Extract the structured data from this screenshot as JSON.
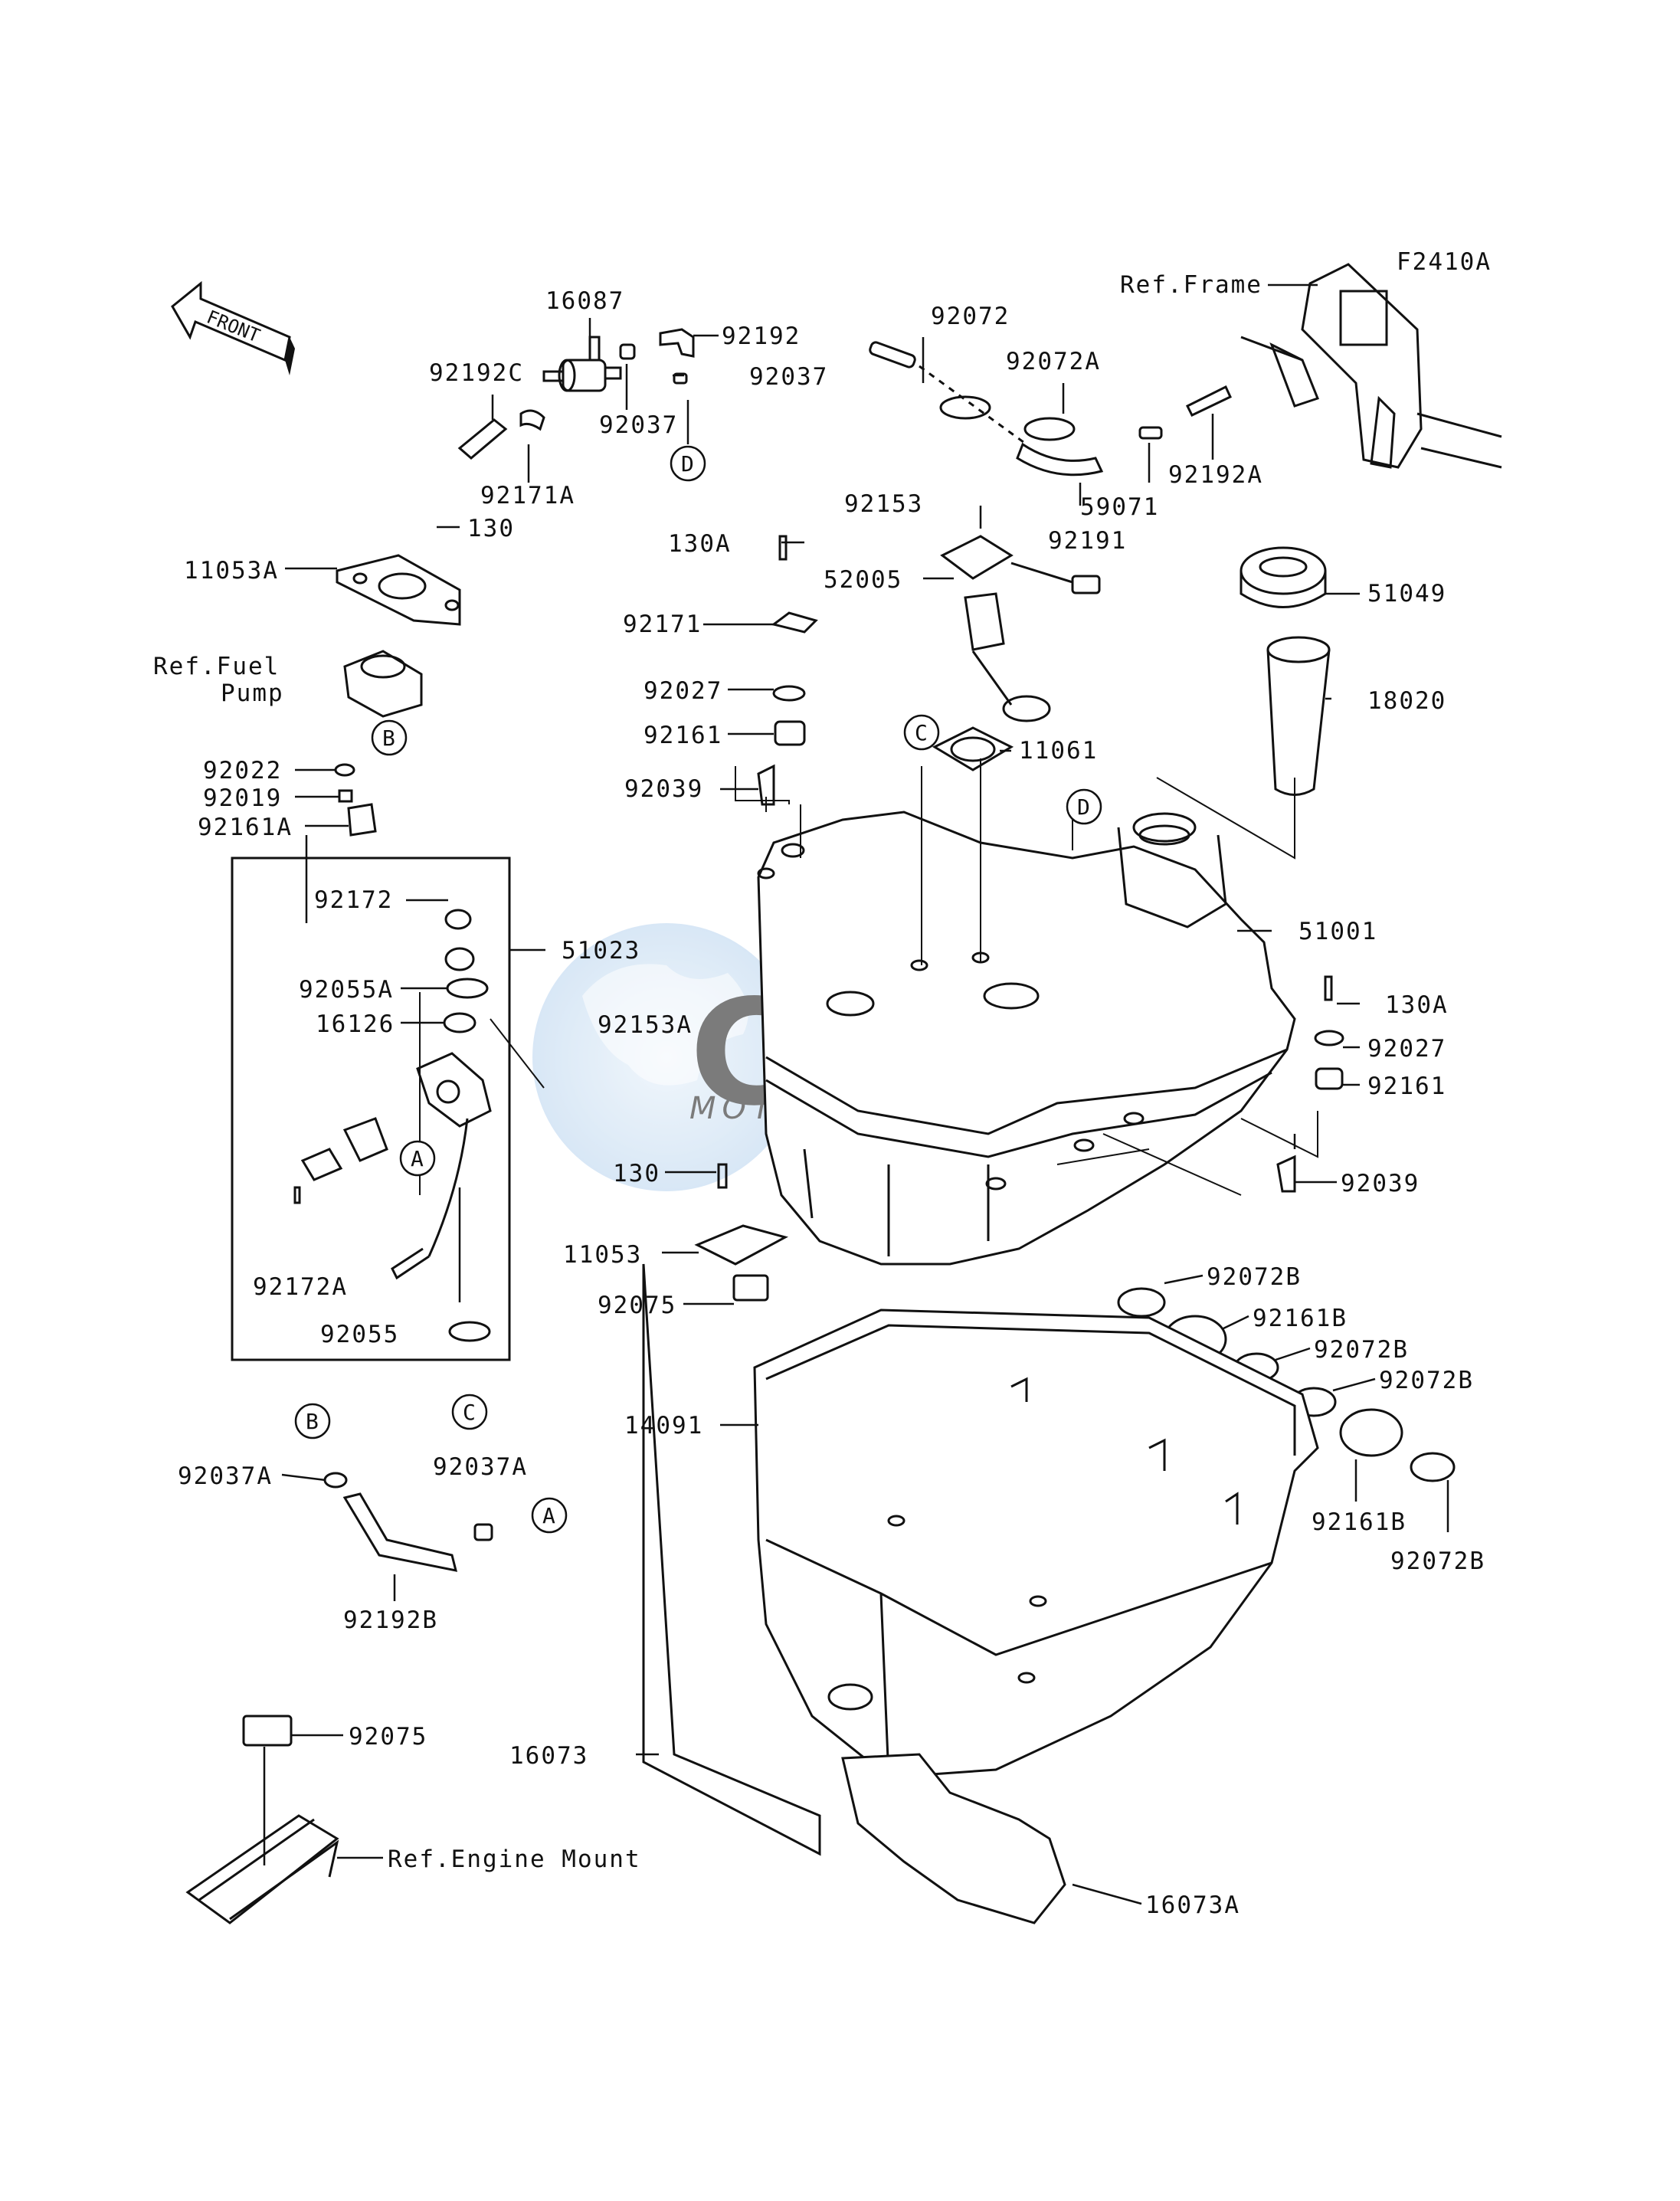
{
  "diagram_code": "F2410A",
  "front_label": "FRONT",
  "watermark": {
    "main": "CEM",
    "sub": "MOTORPARTS"
  },
  "refs": {
    "frame": "Ref.Frame",
    "fuel_pump_line1": "Ref.Fuel",
    "fuel_pump_line2": "Pump",
    "engine_mount": "Ref.Engine Mount"
  },
  "callouts": {
    "a": "A",
    "b": "B",
    "c": "C",
    "d": "D"
  },
  "parts": {
    "p16087": "16087",
    "p92192": "92192",
    "p92192c": "92192C",
    "p92037_top": "92037",
    "p92037_mid": "92037",
    "p92171a": "92171A",
    "p92072": "92072",
    "p92072a": "92072A",
    "p92192a": "92192A",
    "p59071": "59071",
    "p92191": "92191",
    "p130_top": "130",
    "p11053a": "11053A",
    "p92153": "92153",
    "p130a_top": "130A",
    "p52005": "52005",
    "p51049": "51049",
    "p92171": "92171",
    "p92027_left": "92027",
    "p92161_left": "92161",
    "p18020": "18020",
    "p11061": "11061",
    "p92039_left": "92039",
    "p92022": "92022",
    "p92019": "92019",
    "p92161a": "92161A",
    "p92172": "92172",
    "p51023": "51023",
    "p51001": "51001",
    "p92055a": "92055A",
    "p16126": "16126",
    "p92153a": "92153A",
    "p130a_right": "130A",
    "p92027_right": "92027",
    "p92161_right": "92161",
    "p92039_right": "92039",
    "p130_mid": "130",
    "p11053": "11053",
    "p92075_mid": "92075",
    "p92172a": "92172A",
    "p92055": "92055",
    "p92072b_1": "92072B",
    "p92161b_1": "92161B",
    "p92072b_2": "92072B",
    "p92072b_3": "92072B",
    "p14091": "14091",
    "p92037a_left": "92037A",
    "p92037a_right": "92037A",
    "p92161b_2": "92161B",
    "p92072b_4": "92072B",
    "p92192b": "92192B",
    "p92075_low": "92075",
    "p16073": "16073",
    "p16073a": "16073A"
  }
}
